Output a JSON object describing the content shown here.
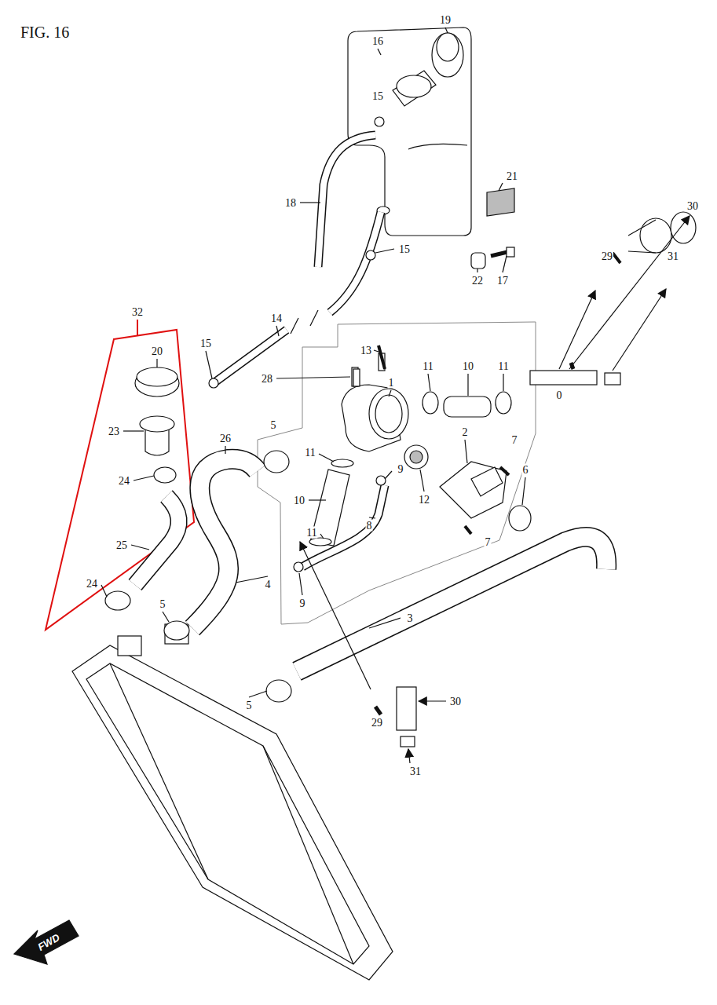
{
  "diagram": {
    "title": "FIG. 16",
    "labels": [
      "19",
      "16",
      "15",
      "21",
      "18",
      "15",
      "22",
      "17",
      "30",
      "29",
      "31",
      "32",
      "20",
      "15",
      "14",
      "13",
      "28",
      "1",
      "11",
      "10",
      "11",
      "0",
      "23",
      "5",
      "26",
      "11",
      "9",
      "2",
      "7",
      "24",
      "10",
      "6",
      "11",
      "12",
      "8",
      "25",
      "7",
      "4",
      "9",
      "24",
      "5",
      "3",
      "29",
      "30",
      "5",
      "31",
      "FWD"
    ]
  }
}
